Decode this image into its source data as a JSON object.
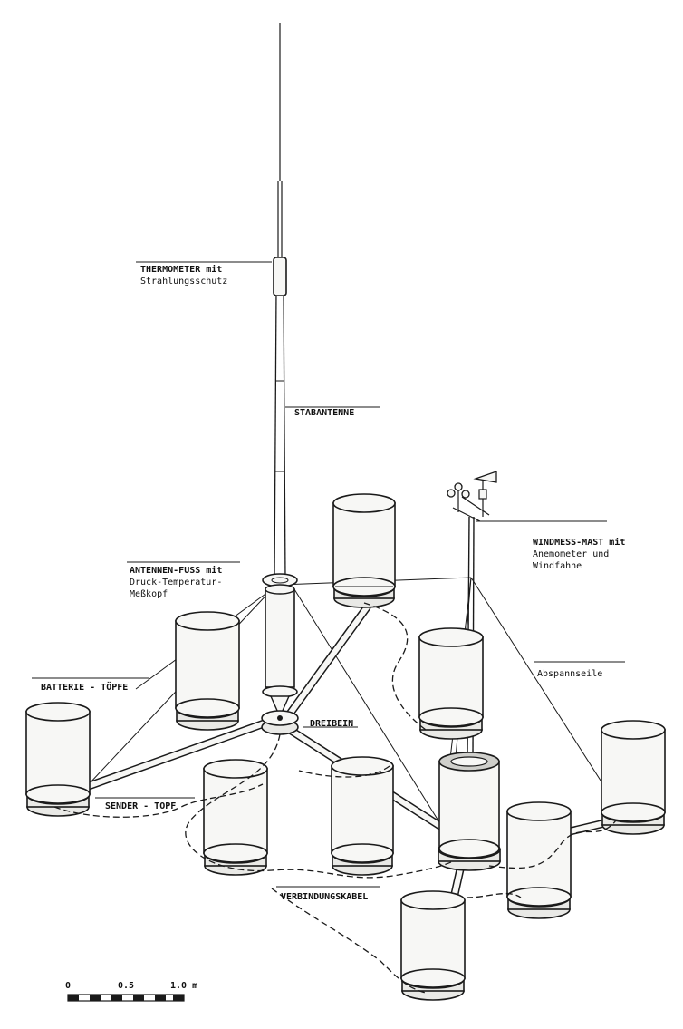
{
  "labels": {
    "thermometer_1": "THERMOMETER mit",
    "thermometer_2": "Strahlungsschutz",
    "stabantenne": "STABANTENNE",
    "antennenfuss_1": "ANTENNEN-FUSS mit",
    "antennenfuss_2": "Druck-Temperatur-",
    "antennenfuss_3": "Meßkopf",
    "windmess_1": "WINDMESS-MAST mit",
    "windmess_2": "Anemometer und",
    "windmess_3": "Windfahne",
    "abspannseile": "Abspannseile",
    "batterie": "BATTERIE - TÖPFE",
    "dreibein": "DREIBEIN",
    "sender": "SENDER - TOPF",
    "verbindungskabel": "VERBINDUNGSKABEL"
  },
  "scale_bar": {
    "tick_0": "0",
    "tick_mid": "0.5",
    "tick_end": "1.0 m"
  },
  "colors": {
    "ink": "#1a1a1a",
    "paper": "#ffffff"
  }
}
